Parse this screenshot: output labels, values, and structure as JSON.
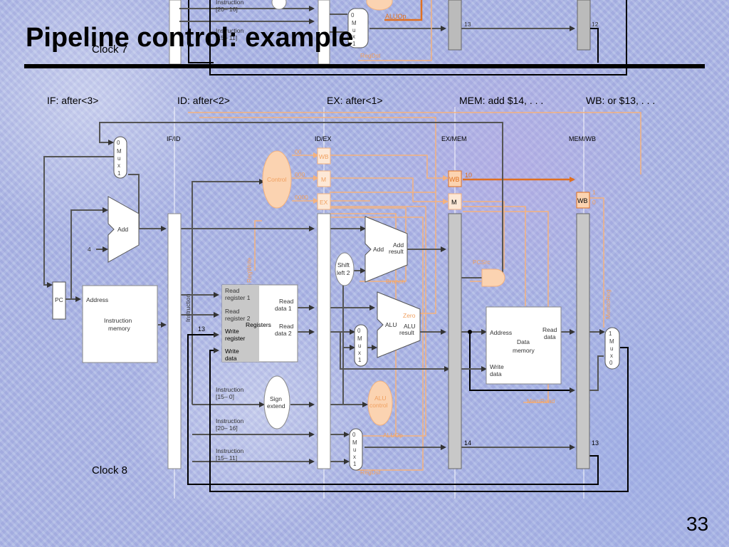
{
  "slide": {
    "title": "Pipeline control: example",
    "page_number": "33",
    "clock_top": "Clock 7",
    "clock_bottom": "Clock 8"
  },
  "stages": {
    "if": "IF: after<3>",
    "id": "ID: after<2>",
    "ex": "EX: after<1>",
    "mem": "MEM: add $14, . . .",
    "wb": "WB: or $13, . . ."
  },
  "registers": {
    "ifid": "IF/ID",
    "idex": "ID/EX",
    "exmem": "EX/MEM",
    "memwb": "MEM/WB"
  },
  "units": {
    "pc": "PC",
    "add": "Add",
    "four": "4",
    "imem_address": "Address",
    "imem_name_1": "Instruction",
    "imem_name_2": "memory",
    "instruction_vertical": "Instruction",
    "regfile_rr1_1": "Read",
    "regfile_rr1_2": "register 1",
    "regfile_rr2_1": "Read",
    "regfile_rr2_2": "register 2",
    "regfile_wr_1": "Write",
    "regfile_wr_2": "register",
    "regfile_wd_1": "Write",
    "regfile_wd_2": "data",
    "regfile_name": "Registers",
    "regfile_rd1_1": "Read",
    "regfile_rd1_2": "data 1",
    "regfile_rd2_1": "Read",
    "regfile_rd2_2": "data 2",
    "control": "Control",
    "shift_1": "Shift",
    "shift_2": "left 2",
    "add2": "Add",
    "add2_result_1": "Add",
    "add2_result_2": "result",
    "alu": "ALU",
    "alu_result_1": "ALU",
    "alu_result_2": "result",
    "zero": "Zero",
    "alu_control_1": "ALU",
    "alu_control_2": "control",
    "sign_1": "Sign",
    "sign_2": "extend",
    "instr_15_0_1": "Instruction",
    "instr_15_0_2": "[15– 0]",
    "instr_20_16_1": "Instruction",
    "instr_20_16_2": "[20– 16]",
    "instr_15_11_1": "Instruction",
    "instr_15_11_2": "[15– 11]",
    "dmem_address": "Address",
    "dmem_read_1": "Read",
    "dmem_read_2": "data",
    "dmem_name_1": "Data",
    "dmem_name_2": "memory",
    "dmem_write_1": "Write",
    "dmem_write_2": "data",
    "mux_m": "M",
    "mux_u": "u",
    "mux_x": "x",
    "zero_digit": "0",
    "one_digit": "1"
  },
  "control_signals": {
    "wb": "WB",
    "m": "M",
    "ex": "EX",
    "idex_wb_val": "00",
    "idex_m_val": "000",
    "idex_ex_val": "0000",
    "exmem_wb_val": "10",
    "memwb_wb_1": "1",
    "memwb_wb_0": "0",
    "regwrite": "RegWrite",
    "memtoreg": "MemtoReg",
    "aluop": "ALUOp",
    "regdst": "RegDst",
    "aluop_top": "ALUOp",
    "regdst_top": "RegDst",
    "alusrc": "ALUSrc",
    "memwrite": "MemWrite",
    "memread": "MemRead",
    "branch": "Branch",
    "pcsrc": "PCSrc"
  },
  "register_numbers": {
    "rd_13": "13",
    "exmem_14": "14",
    "memwb_13": "13",
    "top_exmem_13": "13",
    "top_memwb_12": "12",
    "top_instr_1": "Instruction",
    "top_instr_2": "[20– 16]",
    "top_instr15_1": "Instruction",
    "top_instr15_2": "[15– 11]"
  },
  "colors": {
    "control_path": "#f4b27e",
    "control_hot": "#e07020",
    "datapath": "#555555"
  }
}
